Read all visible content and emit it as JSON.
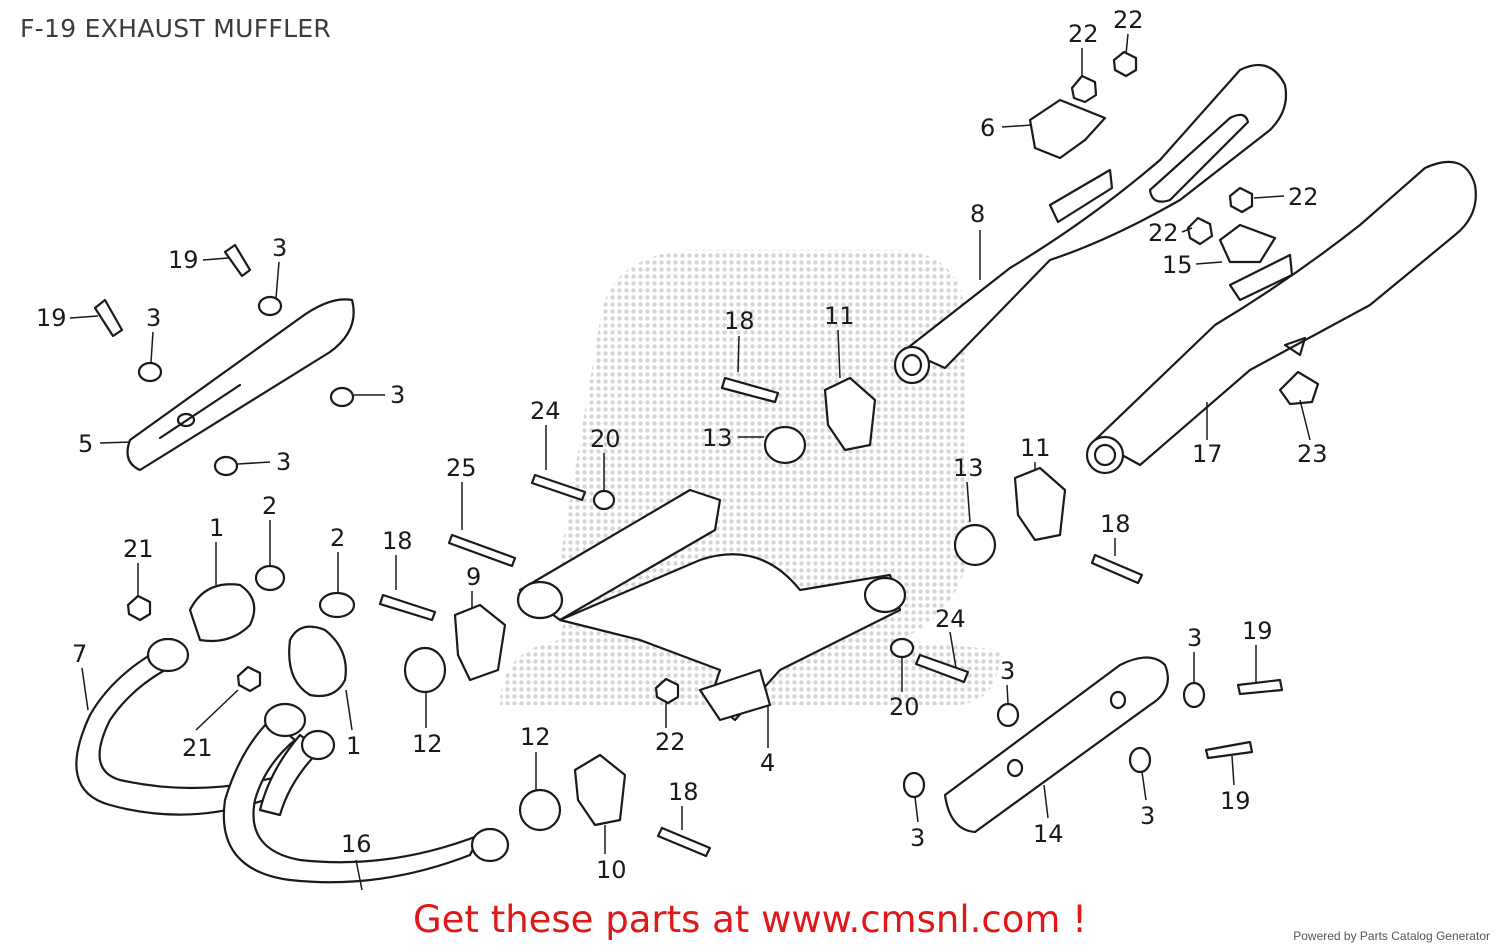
{
  "title": "F-19 EXHAUST MUFFLER",
  "promo_text": "Get these parts at www.cmsnl.com !",
  "credit_text": "Powered by Parts Catalog Generator",
  "colors": {
    "promo": "#e01818",
    "line": "#1a1a1a",
    "watermark": "#d8d8d8"
  },
  "watermark": "cmsnl-logo-dotted",
  "callouts": [
    {
      "num": "22"
    },
    {
      "num": "22"
    },
    {
      "num": "6"
    },
    {
      "num": "8"
    },
    {
      "num": "22"
    },
    {
      "num": "22"
    },
    {
      "num": "15"
    },
    {
      "num": "17"
    },
    {
      "num": "23"
    },
    {
      "num": "19"
    },
    {
      "num": "3"
    },
    {
      "num": "19"
    },
    {
      "num": "3"
    },
    {
      "num": "3"
    },
    {
      "num": "5"
    },
    {
      "num": "3"
    },
    {
      "num": "18"
    },
    {
      "num": "11"
    },
    {
      "num": "24"
    },
    {
      "num": "20"
    },
    {
      "num": "13"
    },
    {
      "num": "25"
    },
    {
      "num": "13"
    },
    {
      "num": "11"
    },
    {
      "num": "18"
    },
    {
      "num": "21"
    },
    {
      "num": "1"
    },
    {
      "num": "2"
    },
    {
      "num": "2"
    },
    {
      "num": "18"
    },
    {
      "num": "9"
    },
    {
      "num": "7"
    },
    {
      "num": "21"
    },
    {
      "num": "1"
    },
    {
      "num": "12"
    },
    {
      "num": "22"
    },
    {
      "num": "4"
    },
    {
      "num": "24"
    },
    {
      "num": "20"
    },
    {
      "num": "3"
    },
    {
      "num": "3"
    },
    {
      "num": "19"
    },
    {
      "num": "3"
    },
    {
      "num": "19"
    },
    {
      "num": "3"
    },
    {
      "num": "14"
    },
    {
      "num": "12"
    },
    {
      "num": "10"
    },
    {
      "num": "18"
    },
    {
      "num": "16"
    }
  ]
}
